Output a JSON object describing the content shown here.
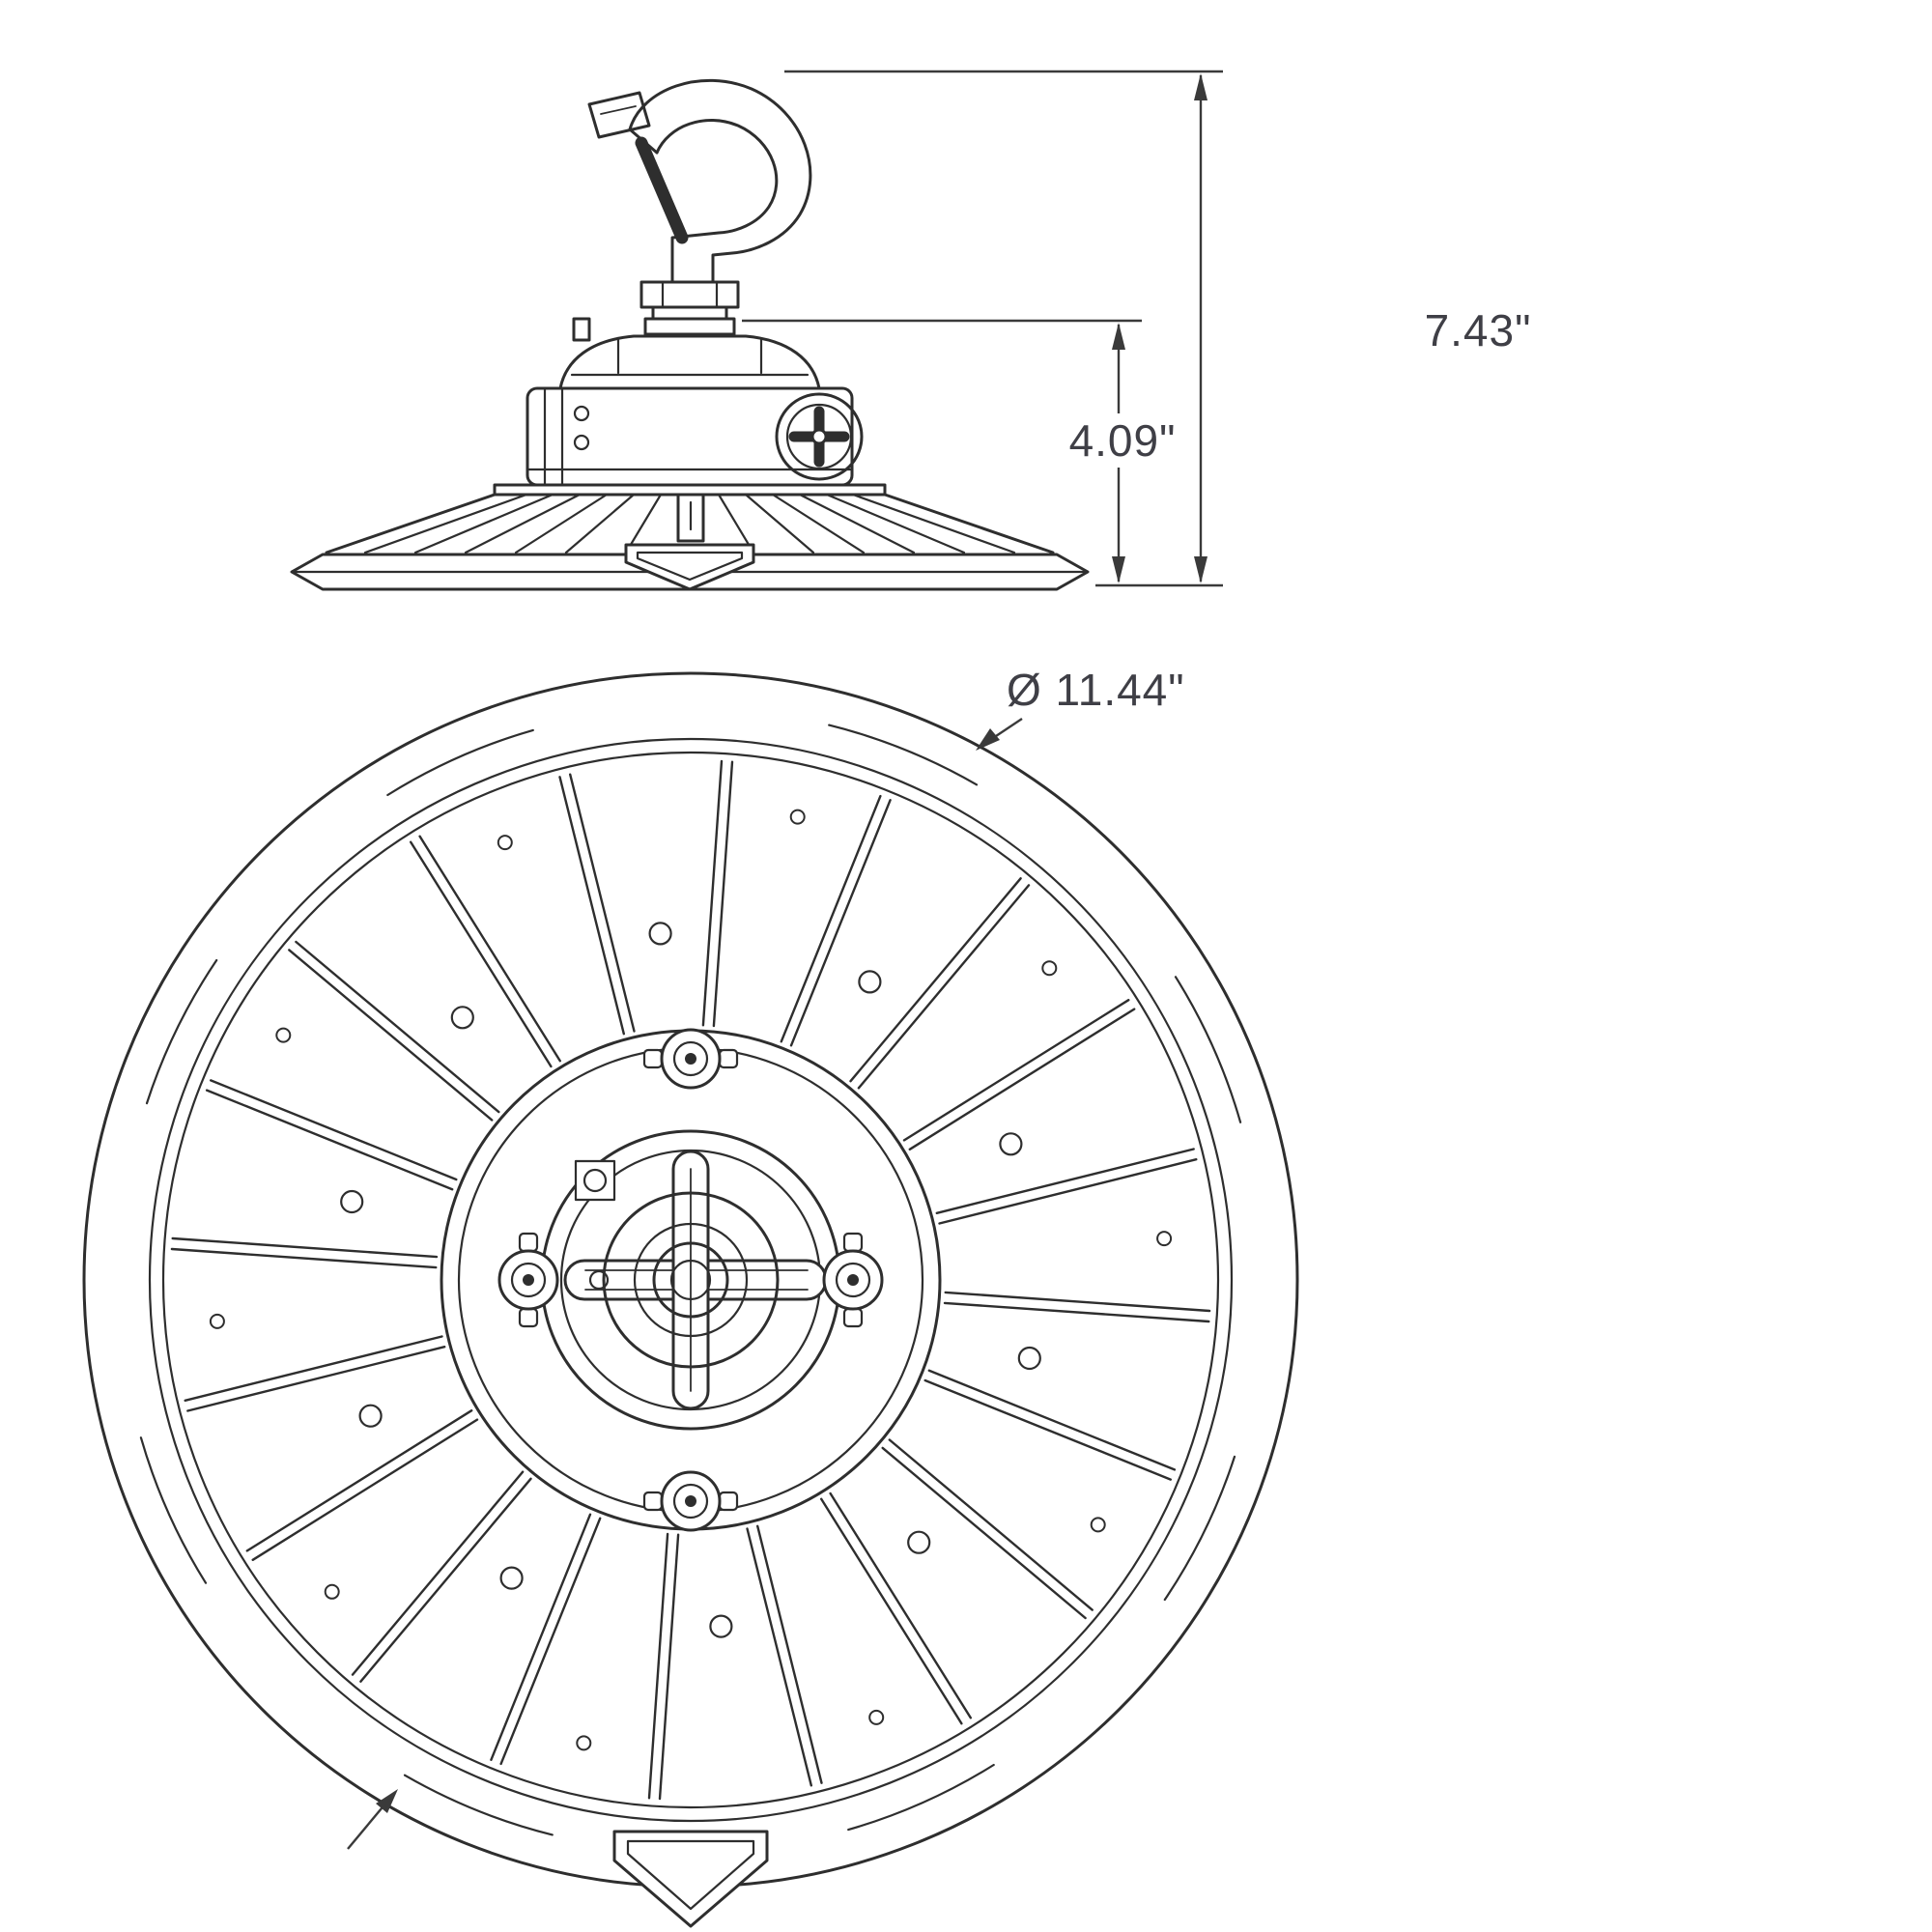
{
  "drawing": {
    "kind": "dimension-drawing",
    "dimensions": {
      "total_height": "7.43\"",
      "housing_height": "4.09\"",
      "diameter": "Ø 11.44\""
    },
    "colors": {
      "line": "#2e2e2e",
      "dim": "#3a3a3a",
      "text": "#3f3f46",
      "background": "#ffffff"
    }
  }
}
